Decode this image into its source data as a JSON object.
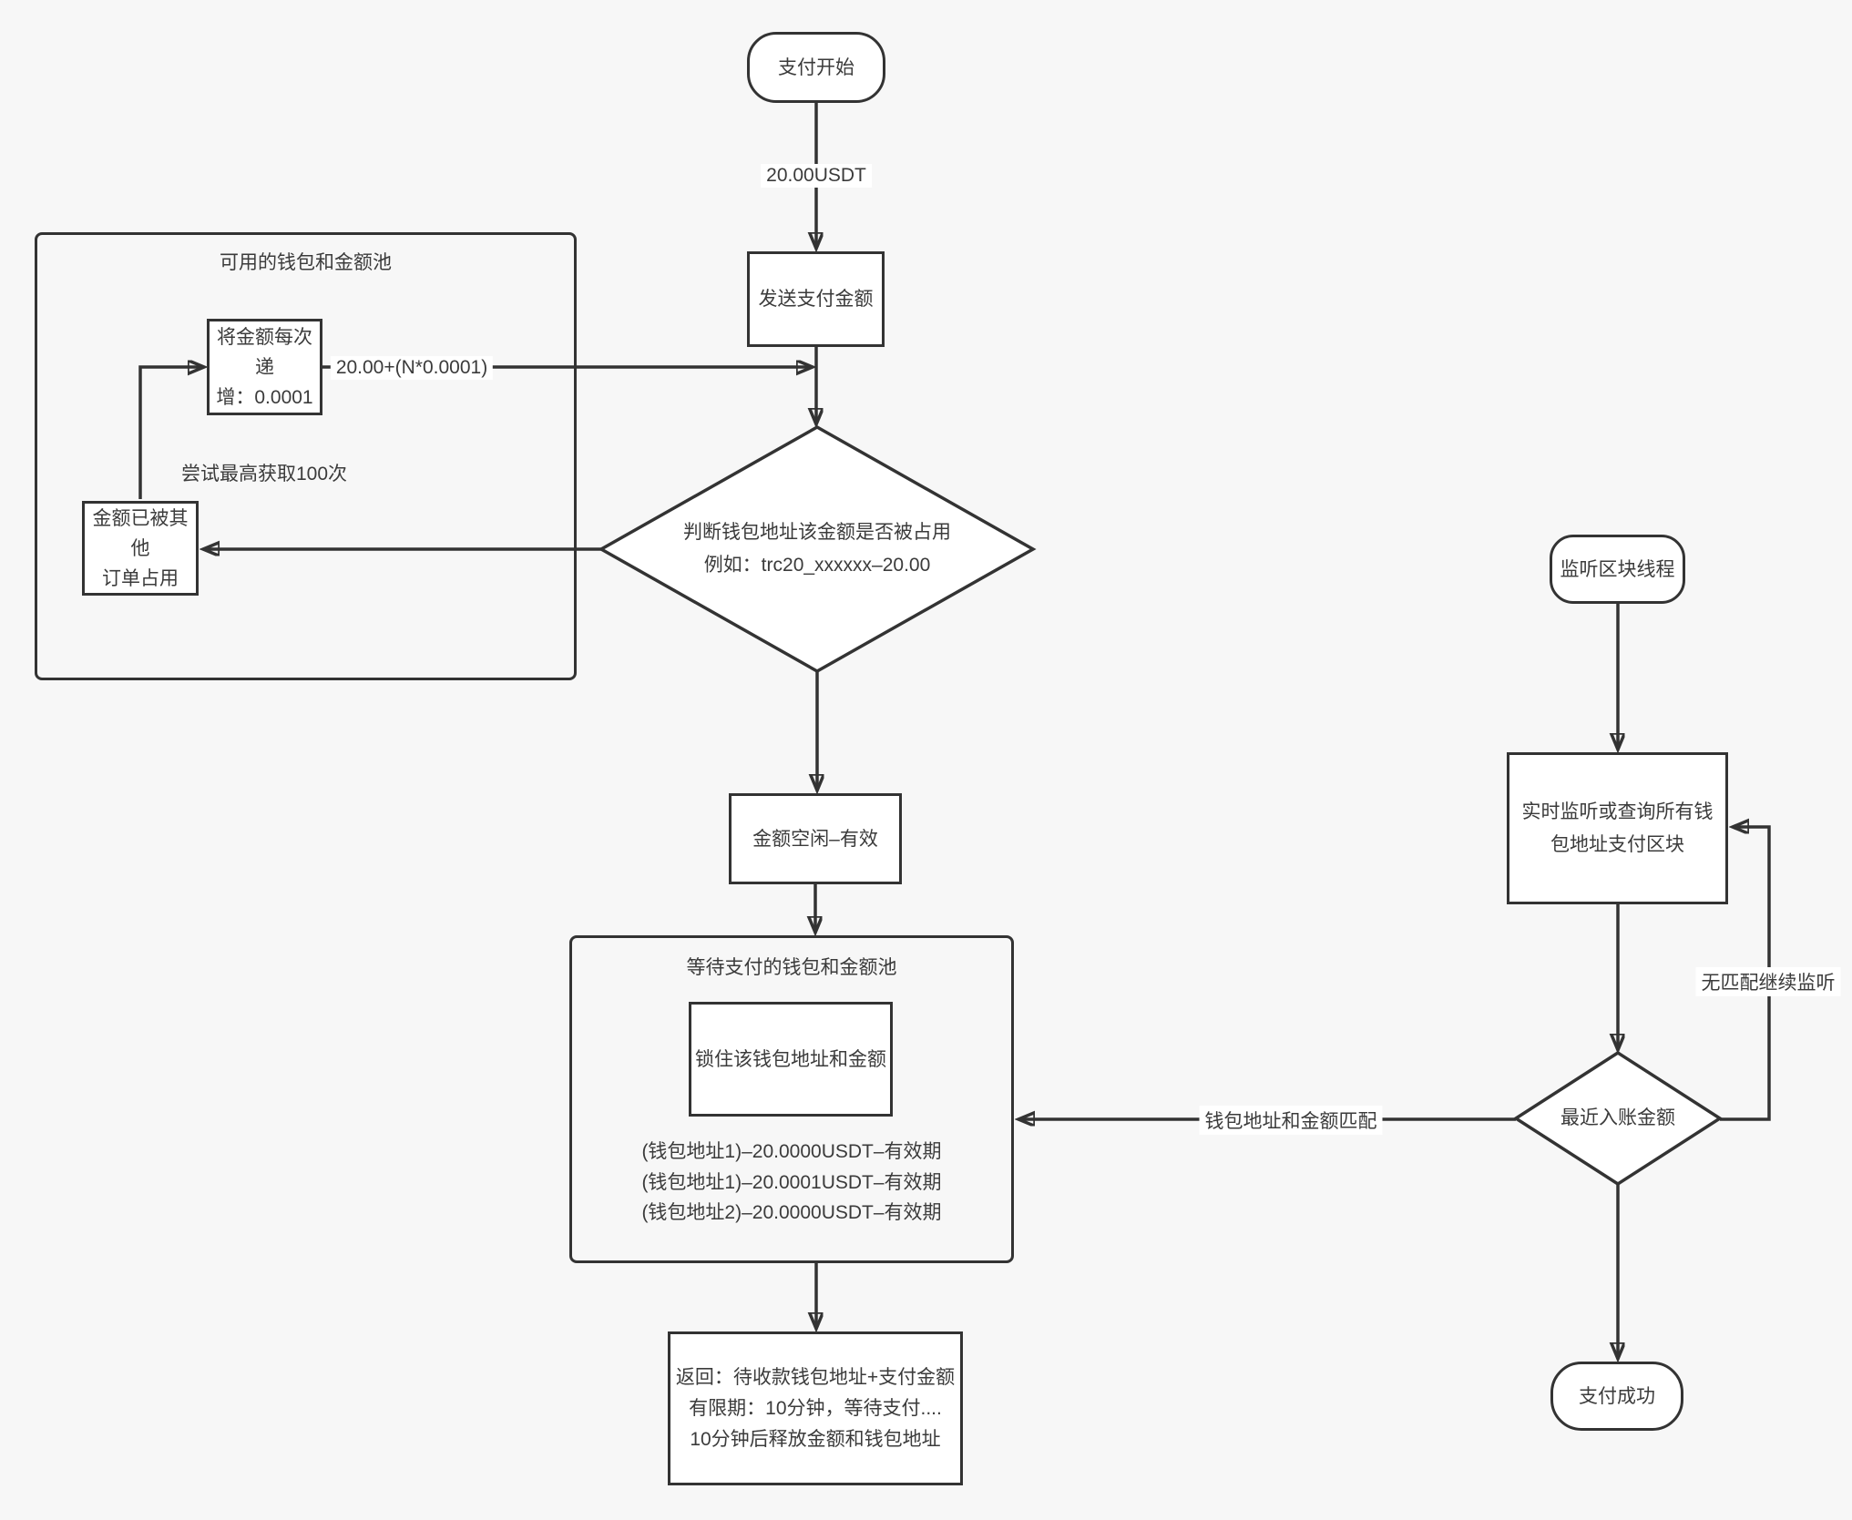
{
  "colors": {
    "background": "#f7f7f7",
    "stroke": "#333333",
    "node_fill": "#ffffff",
    "text": "#3b3b3b",
    "label_bg": "#ffffff"
  },
  "nodes": {
    "start": "支付开始",
    "send_payment": "发送支付金额",
    "available_pool_title": "可用的钱包和金额池",
    "increment_box": "将金额每次递\n增：0.0001",
    "retry_note": "尝试最高获取100次",
    "occupied_box": "金额已被其他\n订单占用",
    "check_diamond": "判断钱包地址该金额是否被占用\n例如：trc20_xxxxxx–20.00",
    "amount_free": "金额空闲–有效",
    "waiting_pool_title": "等待支付的钱包和金额池",
    "lock_box": "锁住该钱包地址和金额",
    "pool_entries": [
      "(钱包地址1)–20.0000USDT–有效期",
      "(钱包地址1)–20.0001USDT–有效期",
      "(钱包地址2)–20.0000USDT–有效期"
    ],
    "return_box": "返回：待收款钱包地址+支付金额\n有限期：10分钟，等待支付....\n10分钟后释放金额和钱包地址",
    "listen_thread": "监听区块线程",
    "listen_realtime": "实时监听或查询所有钱\n包地址支付区块",
    "recent_diamond": "最近入账金额",
    "pay_success": "支付成功"
  },
  "edge_labels": {
    "initial_amount": "20.00USDT",
    "increment_formula": "20.00+(N*0.0001)",
    "no_match_loop": "无匹配继续监听",
    "wallet_match": "钱包地址和金额匹配"
  }
}
